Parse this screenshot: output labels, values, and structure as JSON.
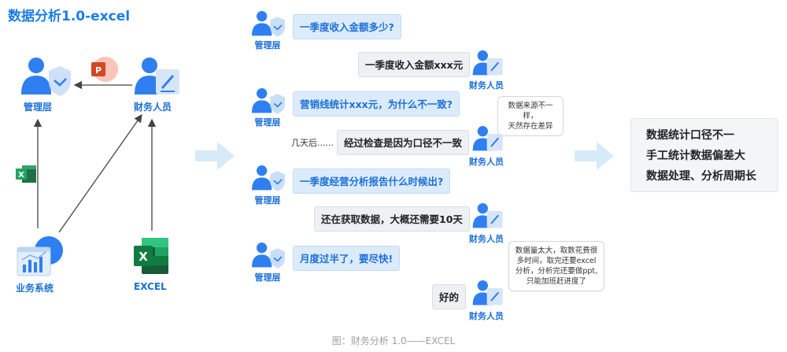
{
  "title": "数据分析1.0-excel",
  "diagram": {
    "nodes": {
      "manager": "管理层",
      "finance": "财务人员",
      "business_system": "业务系统",
      "excel": "EXCEL"
    }
  },
  "conversation": {
    "manager_label": "管理层",
    "finance_label": "财务人员",
    "messages": [
      {
        "speaker": "管理层",
        "text": "一季度收入金额多少?"
      },
      {
        "speaker": "财务人员",
        "text": "一季度收入金额xxx元"
      },
      {
        "speaker": "管理层",
        "text": "营销线统计xxx元，为什么不一致?"
      },
      {
        "speaker": "财务人员",
        "text": "经过检查是因为口径不一致",
        "prefix": "几天后......"
      },
      {
        "speaker": "管理层",
        "text": "一季度经营分析报告什么时候出?"
      },
      {
        "speaker": "财务人员",
        "text": "还在获取数据，大概还需要10天"
      },
      {
        "speaker": "管理层",
        "text": "月度过半了，要尽快!"
      },
      {
        "speaker": "财务人员",
        "text": "好的"
      }
    ],
    "notes": [
      {
        "lines": [
          "数据来源不一样，",
          "天然存在差异"
        ]
      },
      {
        "lines": [
          "数据量太大，取数花费很",
          "多时间，取完还要excel",
          "分析，分析完还要做ppt,",
          "只能加班赶进度了"
        ]
      }
    ]
  },
  "summary": {
    "lines": [
      "数据统计口径不一",
      "手工统计数据偏差大",
      "数据处理、分析周期长"
    ]
  },
  "caption": "图：财务分析 1.0——EXCEL",
  "colors": {
    "accent": "#1b7de6",
    "bubble_manager": "#dcebfb",
    "bubble_finance": "#eef1f4",
    "arrow": "#d6eaf8",
    "excel_green": "#1e7145",
    "ppt_red": "#d24726"
  },
  "icons": {
    "manager": "person-shield-icon",
    "finance": "person-pen-icon",
    "business_system": "chart-screen-icon",
    "excel": "excel-icon",
    "ppt": "powerpoint-icon"
  }
}
